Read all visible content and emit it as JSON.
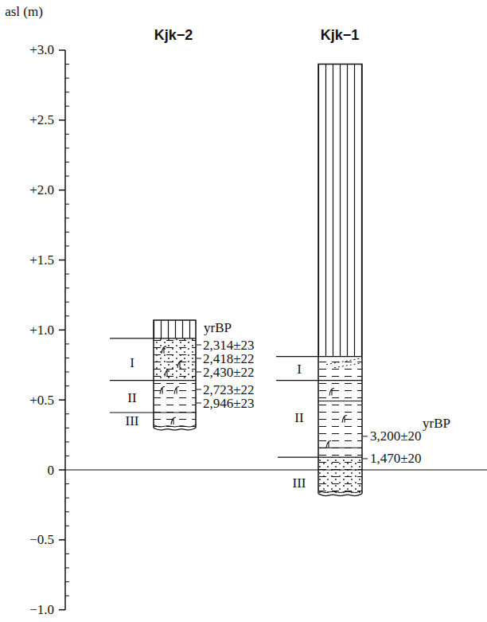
{
  "diagram": {
    "labels": [
      "asl (m)",
      "Kjk−2",
      "Kjk−1",
      "+3.0",
      "+2.5",
      "+2.0",
      "+1.5",
      "+1.0",
      "+0.5",
      "0",
      "−0.5",
      "−1.0",
      "yrBP",
      "2,314±23",
      "2,418±22",
      "2,430±22",
      "2,723±22",
      "2,946±23",
      "I",
      "II",
      "III",
      "I",
      "II",
      "III",
      "yrBP",
      "3,200±20",
      "1,470±20"
    ]
  }
}
